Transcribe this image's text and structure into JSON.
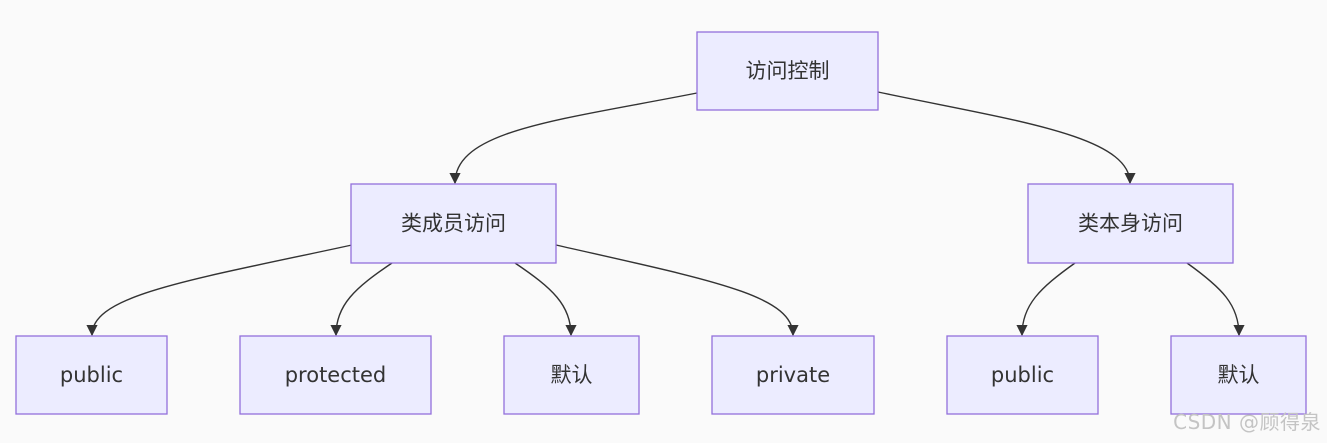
{
  "nodes": {
    "root": "访问控制",
    "member_access": "类成员访问",
    "class_access": "类本身访问",
    "member_public": "public",
    "member_protected": "protected",
    "member_default": "默认",
    "member_private": "private",
    "class_public": "public",
    "class_default": "默认"
  },
  "edges": [
    {
      "from": "root",
      "to": "member_access"
    },
    {
      "from": "root",
      "to": "class_access"
    },
    {
      "from": "member_access",
      "to": "member_public"
    },
    {
      "from": "member_access",
      "to": "member_protected"
    },
    {
      "from": "member_access",
      "to": "member_default"
    },
    {
      "from": "member_access",
      "to": "member_private"
    },
    {
      "from": "class_access",
      "to": "class_public"
    },
    {
      "from": "class_access",
      "to": "class_default"
    }
  ],
  "colors": {
    "node_fill": "#ececff",
    "node_stroke": "#9370db",
    "edge": "#333333",
    "background": "#fafafa"
  },
  "watermark": "CSDN @顾得泉"
}
